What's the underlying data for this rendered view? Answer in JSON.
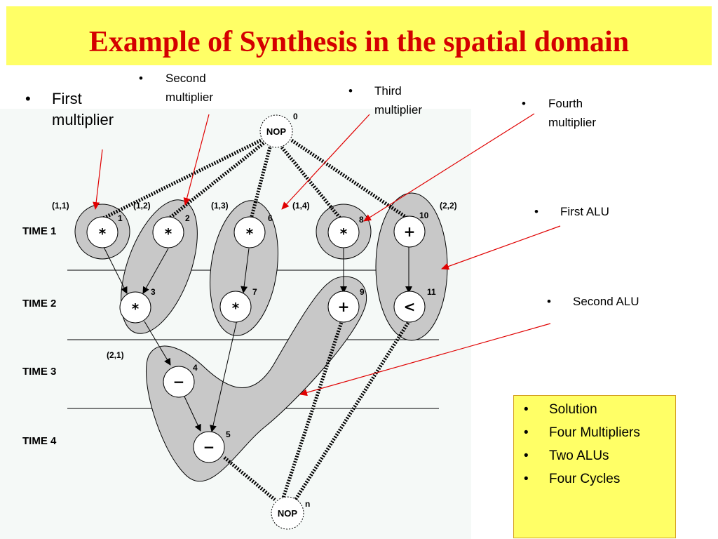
{
  "title": "Example of Synthesis in the spatial domain",
  "bullet": "•",
  "annotations": {
    "first_multiplier": [
      "First",
      "multiplier"
    ],
    "second_multiplier": [
      "Second",
      "multiplier"
    ],
    "third_multiplier": [
      "Third",
      "multiplier"
    ],
    "fourth_multiplier": [
      "Fourth",
      "multiplier"
    ],
    "first_alu": "First ALU",
    "second_alu": "Second ALU"
  },
  "time_labels": [
    "TIME 1",
    "TIME 2",
    "TIME 3",
    "TIME 4"
  ],
  "nodes": [
    {
      "id": "0",
      "op": "NOP"
    },
    {
      "id": "1",
      "op": "*"
    },
    {
      "id": "2",
      "op": "*"
    },
    {
      "id": "6",
      "op": "*"
    },
    {
      "id": "8",
      "op": "*"
    },
    {
      "id": "10",
      "op": "+"
    },
    {
      "id": "3",
      "op": "*"
    },
    {
      "id": "7",
      "op": "*"
    },
    {
      "id": "9",
      "op": "+"
    },
    {
      "id": "11",
      "op": "<"
    },
    {
      "id": "4",
      "op": "−"
    },
    {
      "id": "5",
      "op": "−"
    },
    {
      "id": "n",
      "op": "NOP"
    }
  ],
  "bindings": [
    "(1,1)",
    "(1,2)",
    "(1,3)",
    "(1,4)",
    "(2,2)",
    "(2,1)"
  ],
  "solution": [
    "Solution",
    "Four Multipliers",
    "Two ALUs",
    "Four Cycles"
  ],
  "colors": {
    "title": "#d40000",
    "band": "#ffff66",
    "arrow": "#e00000",
    "group": "#c8c8c8"
  }
}
